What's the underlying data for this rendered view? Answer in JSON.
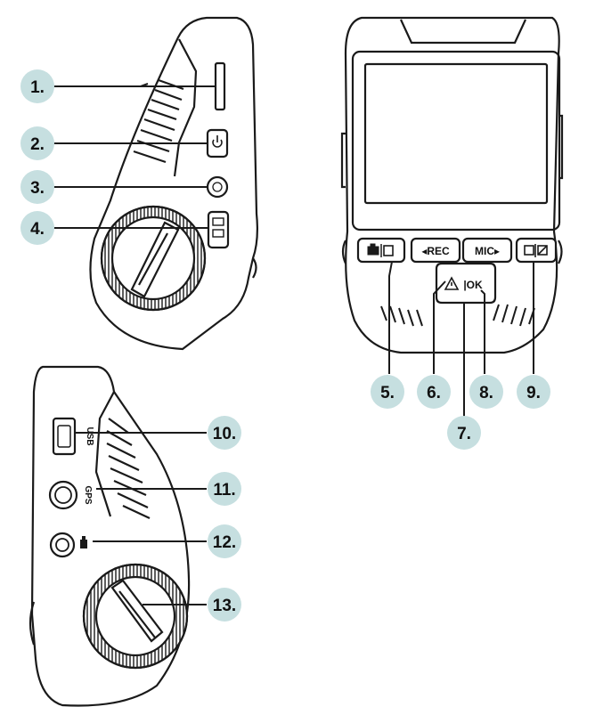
{
  "colors": {
    "callout_fill": "#c6dfe0",
    "outline": "#1a1a1a",
    "background": "#ffffff"
  },
  "callouts": [
    {
      "label": "1.",
      "part": "microsd-slot"
    },
    {
      "label": "2.",
      "part": "power-button"
    },
    {
      "label": "3.",
      "part": "reset-button"
    },
    {
      "label": "4.",
      "part": "lock-button"
    },
    {
      "label": "5.",
      "part": "camera-mode-button"
    },
    {
      "label": "6.",
      "part": "rec-button"
    },
    {
      "label": "7.",
      "part": "ok-button"
    },
    {
      "label": "8.",
      "part": "mic-button"
    },
    {
      "label": "9.",
      "part": "screen-button"
    },
    {
      "label": "10.",
      "part": "usb-port"
    },
    {
      "label": "11.",
      "part": "gps-port"
    },
    {
      "label": "12.",
      "part": "rear-camera-port"
    },
    {
      "label": "13.",
      "part": "mount-dial"
    }
  ],
  "buttons": {
    "rec": "◂REC",
    "mic": "MIC▸",
    "ok": "|OK"
  },
  "ports": {
    "usb": "USB",
    "gps": "GPS"
  },
  "icons": {
    "power": "power-icon",
    "reset": "reset-icon",
    "lock": "lock-icon",
    "camera": "camera-icon",
    "screen": "screen-icon",
    "warning": "warning-triangle-icon"
  }
}
